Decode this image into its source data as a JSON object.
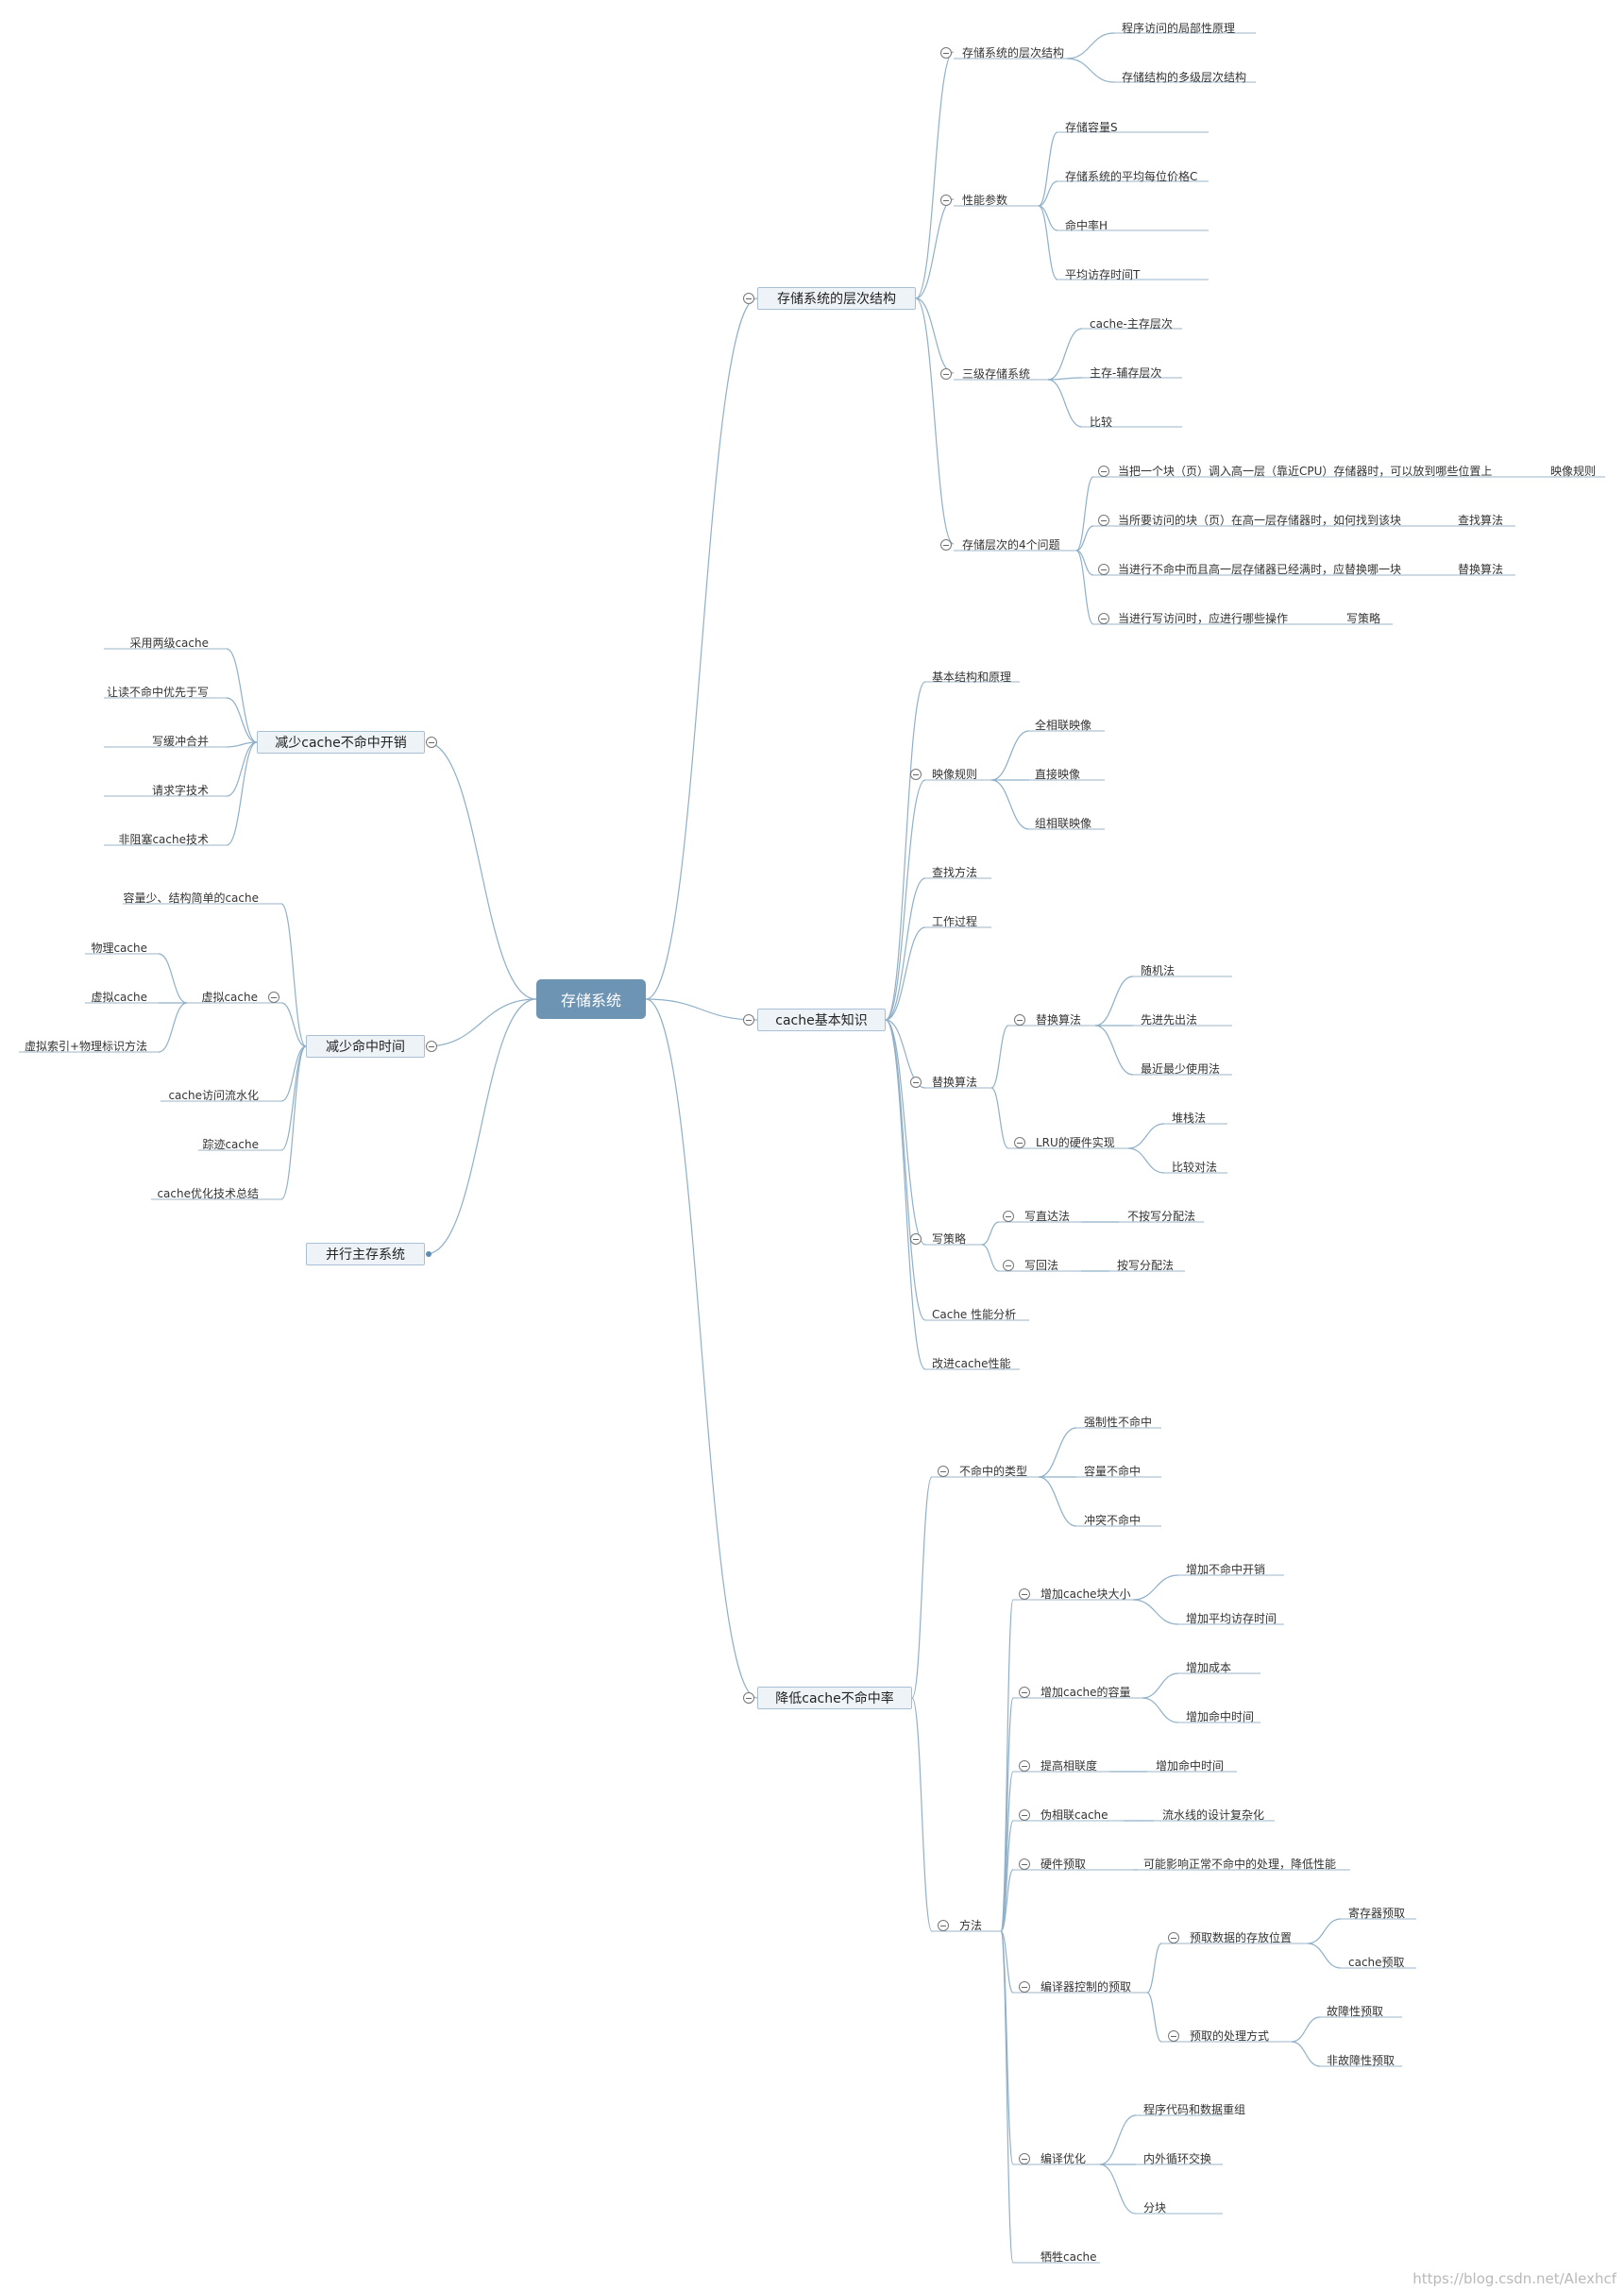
{
  "root": "存储系统",
  "branches": {
    "hierarchy": {
      "label": "存储系统的层次结构",
      "c1": {
        "label": "存储系统的层次结构",
        "items": [
          "程序访问的局部性原理",
          "存储结构的多级层次结构"
        ]
      },
      "c2": {
        "label": "性能参数",
        "items": [
          "存储容量S",
          "存储系统的平均每位价格C",
          "命中率H",
          "平均访存时间T"
        ]
      },
      "c3": {
        "label": "三级存储系统",
        "items": [
          "cache-主存层次",
          "主存-辅存层次",
          "比较"
        ]
      },
      "c4": {
        "label": "存储层次的4个问题",
        "items": [
          {
            "q": "当把一个块（页）调入高一层（靠近CPU）存储器时，可以放到哪些位置上",
            "a": "映像规则"
          },
          {
            "q": "当所要访问的块（页）在高一层存储器时，如何找到该块",
            "a": "查找算法"
          },
          {
            "q": "当进行不命中而且高一层存储器已经满时，应替换哪一块",
            "a": "替换算法"
          },
          {
            "q": "当进行写访问时，应进行哪些操作",
            "a": "写策略"
          }
        ]
      }
    },
    "cache": {
      "label": "cache基本知识",
      "basic": "基本结构和原理",
      "mapping": {
        "label": "映像规则",
        "items": [
          "全相联映像",
          "直接映像",
          "组相联映像"
        ]
      },
      "lookup": "查找方法",
      "process": "工作过程",
      "replace": {
        "label": "替换算法",
        "algo": {
          "label": "替换算法",
          "items": [
            "随机法",
            "先进先出法",
            "最近最少使用法"
          ]
        },
        "lru": {
          "label": "LRU的硬件实现",
          "items": [
            "堆栈法",
            "比较对法"
          ]
        }
      },
      "write": {
        "label": "写策略",
        "through": {
          "label": "写直达法",
          "item": "不按写分配法"
        },
        "back": {
          "label": "写回法",
          "item": "按写分配法"
        }
      },
      "perf": "Cache 性能分析",
      "improve": "改进cache性能"
    },
    "missrate": {
      "label": "降低cache不命中率",
      "types": {
        "label": "不命中的类型",
        "items": [
          "强制性不命中",
          "容量不命中",
          "冲突不命中"
        ]
      },
      "methods": {
        "label": "方法",
        "blocksize": {
          "label": "增加cache块大小",
          "items": [
            "增加不命中开销",
            "增加平均访存时间"
          ]
        },
        "capacity": {
          "label": "增加cache的容量",
          "items": [
            "增加成本",
            "增加命中时间"
          ]
        },
        "assoc": {
          "label": "提高相联度",
          "item": "增加命中时间"
        },
        "pseudo": {
          "label": "伪相联cache",
          "item": "流水线的设计复杂化"
        },
        "hwprefetch": {
          "label": "硬件预取",
          "item": "可能影响正常不命中的处理，降低性能"
        },
        "swprefetch": {
          "label": "编译器控制的预取",
          "where": {
            "label": "预取数据的存放位置",
            "items": [
              "寄存器预取",
              "cache预取"
            ]
          },
          "how": {
            "label": "预取的处理方式",
            "items": [
              "故障性预取",
              "非故障性预取"
            ]
          }
        },
        "compiler": {
          "label": "编译优化",
          "items": [
            "程序代码和数据重组",
            "内外循环交换",
            "分块"
          ]
        },
        "victim": "牺牲cache"
      }
    }
  },
  "left": {
    "penalty": {
      "label": "减少cache不命中开销",
      "items": [
        "采用两级cache",
        "让读不命中优先于写",
        "写缓冲合并",
        "请求字技术",
        "非阻塞cache技术"
      ]
    },
    "hittime": {
      "label": "减少命中时间",
      "small": "容量少、结构简单的cache",
      "virtual": {
        "label": "虚拟cache",
        "items": [
          "物理cache",
          "虚拟cache",
          "虚拟索引+物理标识方法"
        ]
      },
      "pipeline": "cache访问流水化",
      "trace": "踪迹cache",
      "summary": "cache优化技术总结"
    },
    "parallel": "并行主存系统"
  },
  "watermark": "https://blog.csdn.net/Alexhcf"
}
